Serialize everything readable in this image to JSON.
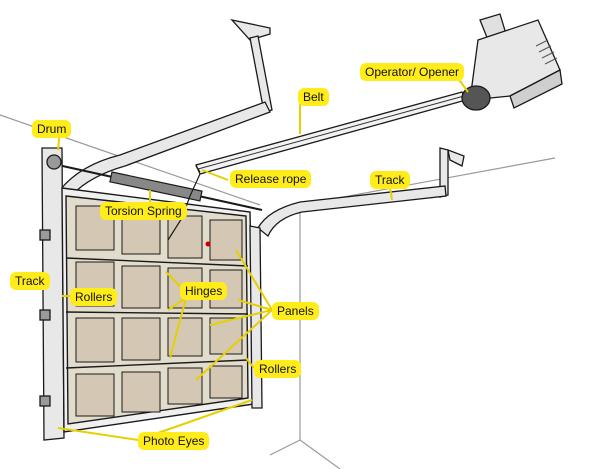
{
  "labels": {
    "operator": "Operator/ Opener",
    "belt": "Belt",
    "drum": "Drum",
    "release_rope": "Release rope",
    "track_top": "Track",
    "torsion_spring": "Torsion Spring",
    "track_left": "Track",
    "rollers_left": "Rollers",
    "hinges": "Hinges",
    "panels": "Panels",
    "rollers_right": "Rollers",
    "photo_eyes": "Photo Eyes"
  },
  "colors": {
    "label_fill": "#ffec1a",
    "door_panel": "#d4c8b4",
    "metal": "#e8e8e8",
    "outline": "#1a1a1a",
    "leader": "#e6d000"
  }
}
